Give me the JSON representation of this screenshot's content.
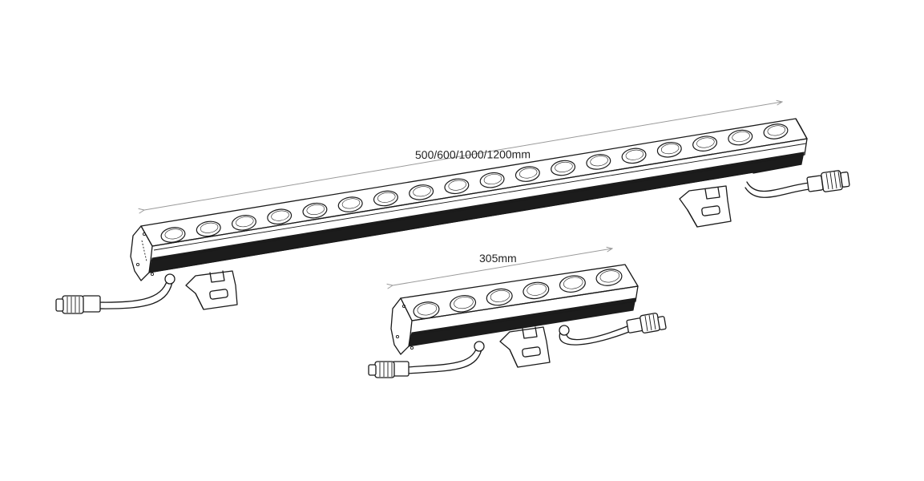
{
  "long_bar": {
    "length_label": "500/600/1000/1200mm",
    "lens_count": 18
  },
  "short_bar": {
    "length_label": "305mm",
    "lens_count": 6
  }
}
